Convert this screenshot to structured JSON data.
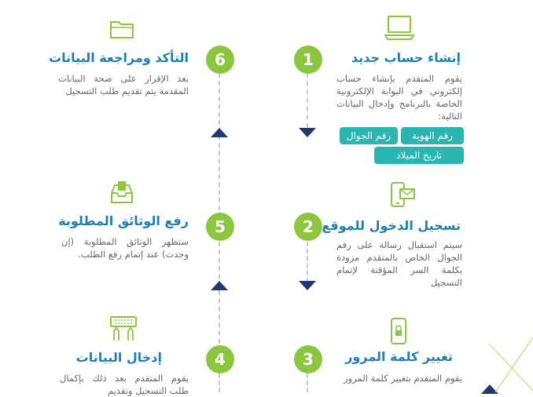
{
  "steps": [
    {
      "number": "1",
      "title": "إنشاء حساب جديد",
      "desc": "يقوم المتقدم بإنشاء حساب إلكتروني في البوابة الإلكترونية الخاصة بالبرنامج وإدخال البيانات التالية:",
      "icon": "laptop-icon"
    },
    {
      "number": "2",
      "title": "تسجيل الدخول للموقع",
      "desc": "سيتم استقبال رسالة على رقم الجوال الخاص بالمتقدم مزودة بكلمة السر المؤقتة لإتمام التسجيل",
      "icon": "phone-message-icon"
    },
    {
      "number": "3",
      "title": "تغيير كلمة المرور",
      "desc": "يقوم المتقدم بتغيير كلمة المرور",
      "icon": "phone-lock-icon"
    },
    {
      "number": "4",
      "title": "إدخال البيانات",
      "desc": "يقوم المتقدم بعد ذلك بإكمال طلب التسجيل وتقديم",
      "icon": "keyboard-icon"
    },
    {
      "number": "5",
      "title": "رفع الوثائق المطلوبة",
      "desc": "ستظهر الوثائق المطلوبة (إن وجدت) عند إتمام رفع الطلب.",
      "icon": "inbox-upload-icon"
    },
    {
      "number": "6",
      "title": "التأكد ومراجعة البيانات",
      "desc": "بعد الإقرار على صحة البيانات المقدمة يتم تقديم طلب التسجيل",
      "icon": "folder-icon"
    }
  ],
  "tags": [
    "رقم الهوية",
    "رقم الجوال",
    "تاريخ الميلاد"
  ],
  "colors": {
    "accent": "#8cc63f",
    "title": "#1f7fb5",
    "tag": "#2bb5b0",
    "arrow": "#1f3a6e"
  }
}
